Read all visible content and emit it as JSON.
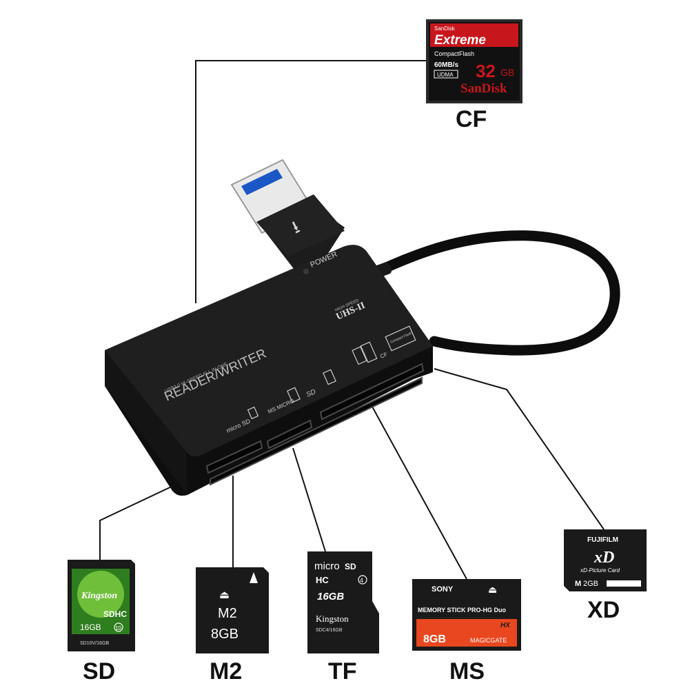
{
  "reader": {
    "power_label": "POWER",
    "uhs_small": "HIGH SPEED",
    "uhs_label": "UHS-II",
    "top_line": "USB3.0 HI-SPEED ALL IN ONE",
    "title": "READER/WRITER",
    "slot_microsd": "micro SD",
    "slot_msmicro": "MS MICRO",
    "slot_sd": "SD",
    "slot_cf": "CF",
    "slot_compactflash": "Compact Flash"
  },
  "cards": {
    "cf": {
      "label": "CF",
      "brand_small": "SanDisk",
      "line1": "Extreme",
      "line2": "CompactFlash",
      "speed": "60MB/s",
      "udma": "UDMA",
      "capacity": "32",
      "capacity_unit": "GB",
      "brand": "SanDisk"
    },
    "sd": {
      "label": "SD",
      "brand": "Kingston",
      "hc": "SDHC",
      "capacity": "16GB",
      "class": "10",
      "model": "SD10V/16GB"
    },
    "m2": {
      "label": "M2",
      "text": "M2",
      "capacity": "8GB"
    },
    "tf": {
      "label": "TF",
      "micro": "micro",
      "sd": "SD",
      "hc": "HC",
      "class": "4",
      "capacity": "16GB",
      "brand": "Kingston",
      "model": "SDC4/16GB"
    },
    "ms": {
      "label": "MS",
      "brand": "SONY",
      "line": "MEMORY STICK PRO-HG Duo",
      "hx": "HX",
      "capacity": "8GB",
      "magicgate": "MAGICGATE"
    },
    "xd": {
      "label": "XD",
      "brand": "FUJIFILM",
      "logo": "xD",
      "sub": "xD-Picture Card",
      "m": "M",
      "capacity": "2GB"
    }
  },
  "colors": {
    "reader_body": "#141414",
    "cf_red": "#c8161d",
    "ms_red": "#e8471f",
    "card_black": "#1a1a1a"
  }
}
